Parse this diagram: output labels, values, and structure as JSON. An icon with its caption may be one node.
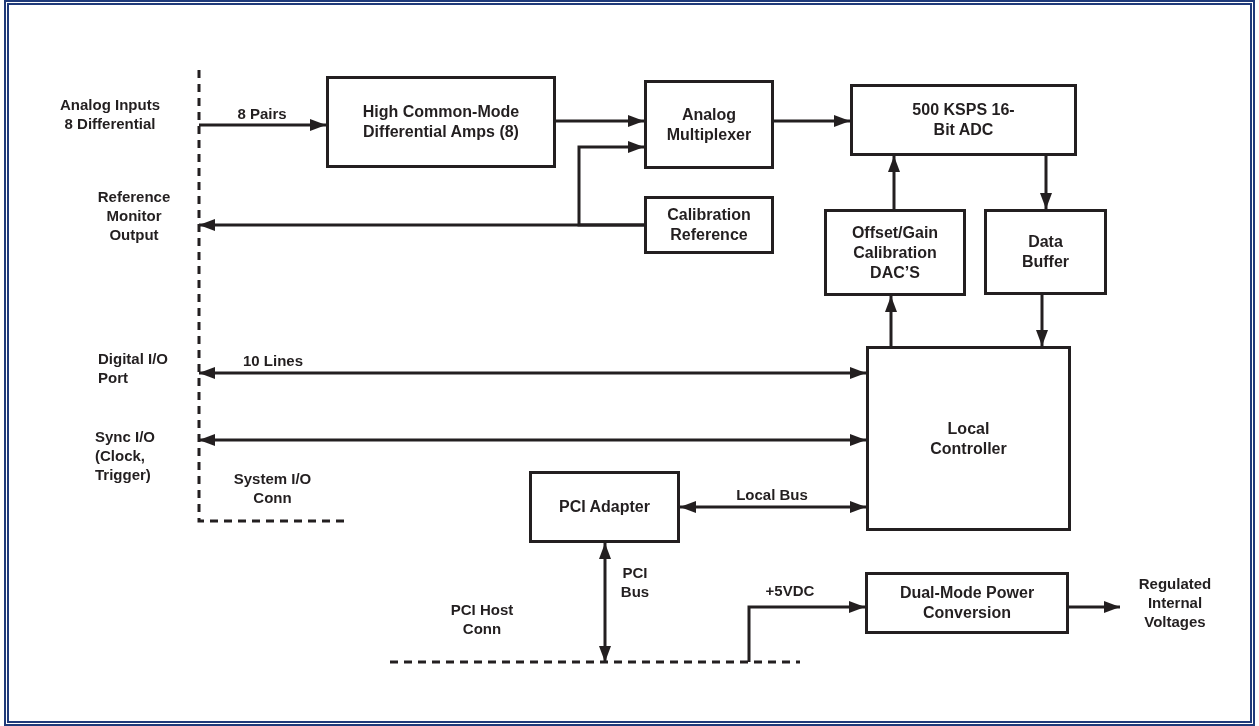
{
  "diagram": {
    "nodes": [
      {
        "text": [
          "High Common-Mode Differential Amps (8)"
        ]
      },
      {
        "text": [
          "Analog Multiplexer"
        ]
      },
      {
        "text": [
          "500 KSPS 16-Bit ADC"
        ]
      },
      {
        "text": [
          "Calibration Reference"
        ]
      },
      {
        "text": [
          "Offset/Gain Calibration DAC’S"
        ]
      },
      {
        "text": [
          "Data Buffer"
        ]
      },
      {
        "text": [
          "Local Controller"
        ]
      },
      {
        "text": [
          "PCI Adapter"
        ]
      },
      {
        "text": [
          "Dual-Mode Power Conversion"
        ]
      },
      {
        "text": [
          "Analog Inputs 8 Differential"
        ]
      },
      {
        "text": [
          "Reference Monitor Output"
        ]
      },
      {
        "text": [
          "Digital I/O Port"
        ]
      },
      {
        "text": [
          "Sync I/O (Clock, Trigger)"
        ]
      },
      {
        "text": [
          "Regulated Internal Voltages"
        ]
      }
    ],
    "edges": [
      {
        "from": 9,
        "to": 0,
        "arrow": "to",
        "label": "8 Pairs"
      },
      {
        "from": 0,
        "to": 1,
        "arrow": "to"
      },
      {
        "from": 3,
        "to": 1,
        "arrow": "to"
      },
      {
        "from": 3,
        "to": 10,
        "arrow": "to"
      },
      {
        "from": 1,
        "to": 2,
        "arrow": "to"
      },
      {
        "from": 4,
        "to": 2,
        "arrow": "to"
      },
      {
        "from": 2,
        "to": 5,
        "arrow": "to"
      },
      {
        "from": 6,
        "to": 4,
        "arrow": "to"
      },
      {
        "from": 5,
        "to": 6,
        "arrow": "to"
      },
      {
        "from": 6,
        "to": 11,
        "arrow": "both",
        "label": "10 Lines"
      },
      {
        "from": 6,
        "to": 12,
        "arrow": "both"
      },
      {
        "from": 7,
        "to": 6,
        "arrow": "both",
        "label": "Local Bus"
      },
      {
        "from": null,
        "to": 7,
        "arrow": "both",
        "label": "PCI Bus"
      },
      {
        "from": null,
        "to": 8,
        "arrow": "to",
        "label": "+5VDC"
      },
      {
        "from": 8,
        "to": 13,
        "arrow": "to"
      }
    ],
    "labels": [
      "System I/O Conn",
      "PCI Host Conn"
    ]
  }
}
